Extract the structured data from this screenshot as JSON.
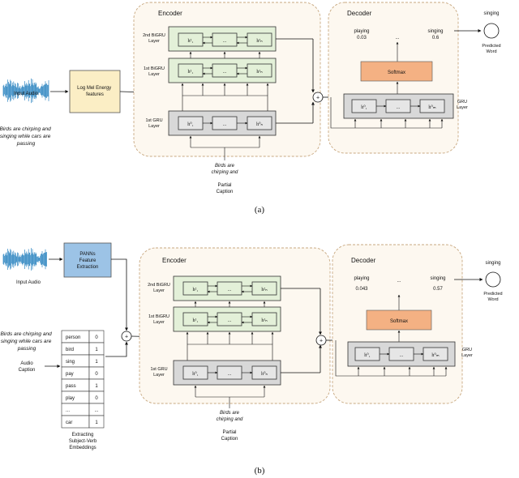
{
  "panel_a": {
    "input_audio": "Input Audio",
    "feature_box": "Log Mel Energy features",
    "audio_caption": "Birds are chirping and singing while cars are passing",
    "encoder_title": "Encoder",
    "layer_2nd": "2nd BiGRU Layer",
    "layer_1st_bigru": "1st BiGRU Layer",
    "layer_1st_gru": "1st GRU Layer",
    "cell_2nd_first": "h²₁",
    "cell_2nd_last": "h²ₙ",
    "cell_1st_first": "h¹₁",
    "cell_1st_last": "h¹ₙ",
    "cell_gru_first": "h⁰₁",
    "cell_gru_last": "h⁰ₙ",
    "ellipsis": "...",
    "partial_text": "Birds are chirping and",
    "partial_caption": "Partial Caption",
    "decoder_title": "Decoder",
    "word_a": "playing",
    "prob_a": "0.03",
    "word_b": "singing",
    "prob_b": "0.6",
    "softmax": "Softmax",
    "dec_gru": "GRU Layer",
    "dec_first": "h⁰₁",
    "dec_last": "h⁰ₘ",
    "predicted_label": "singing",
    "predicted_word": "Predicted Word",
    "plus": "+",
    "caption": "(a)"
  },
  "panel_b": {
    "panns": "PANNs Feature Extraction",
    "input_audio": "Input Audio",
    "audio_caption_text": "Birds are chirping and singing while cars are passing",
    "audio_caption_label": "Audio Caption",
    "table_rows": [
      {
        "word": "person",
        "value": "0"
      },
      {
        "word": "bird",
        "value": "1"
      },
      {
        "word": "sing",
        "value": "1"
      },
      {
        "word": "pay",
        "value": "0"
      },
      {
        "word": "pass",
        "value": "1"
      },
      {
        "word": "play",
        "value": "0"
      },
      {
        "word": "...",
        "value": "..."
      },
      {
        "word": "car",
        "value": "1"
      }
    ],
    "table_caption": "Extracting Subject-Verb Embeddings",
    "encoder_title": "Encoder",
    "layer_2nd": "2nd BiGRU Layer",
    "layer_1st_bigru": "1st BiGRU Layer",
    "layer_1st_gru": "1st GRU Layer",
    "cell_2nd_first": "h²₁",
    "cell_2nd_last": "h²ₙ",
    "cell_1st_first": "h¹₁",
    "cell_1st_last": "h¹ₙ",
    "cell_gru_first": "h⁰₁",
    "cell_gru_last": "h⁰ₙ",
    "ellipsis": "...",
    "partial_text": "Birds are chirping and",
    "partial_caption": "Partial Caption",
    "decoder_title": "Decoder",
    "word_a": "playing",
    "prob_a": "0.043",
    "word_b": "singing",
    "prob_b": "0.57",
    "softmax": "Softmax",
    "dec_gru": "GRU Layer",
    "dec_first": "h⁰₁",
    "dec_last": "h⁰ₘ",
    "predicted_label": "singing",
    "predicted_word": "Predicted Word",
    "plus": "+",
    "caption": "(b)"
  },
  "colors": {
    "encoder_bg": "#fdf8f0",
    "dashed_border": "#c8a880",
    "layer_green": "#e3f0d8",
    "layer_border": "#333333",
    "cell_gray": "#d8d8d8",
    "feature_yellow": "#fbeec5",
    "panns_blue": "#9cc3e6",
    "softmax_orange": "#f4b183",
    "wave_blue": "#2e86c1"
  }
}
